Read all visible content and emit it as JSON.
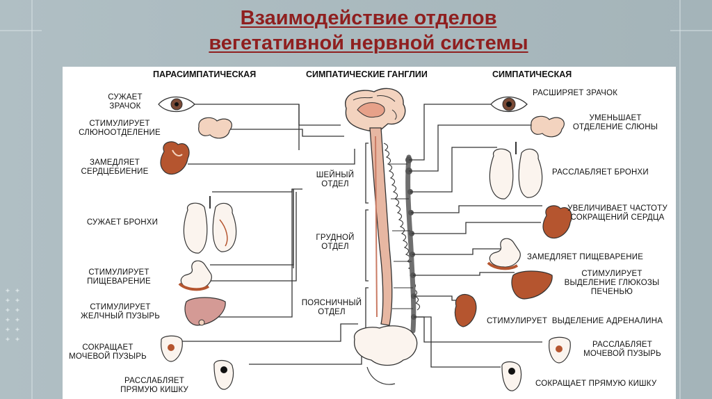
{
  "title": {
    "line1": "Взаимодействие отделов",
    "line2": "вегетативной нервной системы"
  },
  "colors": {
    "title": "#8f1f1f",
    "organ": "#b5552f",
    "organ_light": "#f3d3bf",
    "ganglia": "#7f7f7f",
    "cord": "#e7b7a2"
  },
  "headers": {
    "parasympathetic": "ПАРАСИМПАТИЧЕСКАЯ",
    "ganglia": "СИМПАТИЧЕСКИЕ ГАНГЛИИ",
    "sympathetic": "СИМПАТИЧЕСКАЯ"
  },
  "sections": {
    "cervical": [
      "ШЕЙНЫЙ",
      "ОТДЕЛ"
    ],
    "thoracic": [
      "ГРУДНОЙ",
      "ОТДЕЛ"
    ],
    "lumbar": [
      "ПОЯСНИЧНЫЙ",
      "ОТДЕЛ"
    ]
  },
  "left_labels": {
    "pupil": [
      "СУЖАЕТ",
      "ЗРАЧОК"
    ],
    "saliva": [
      "СТИМУЛИРУЕТ",
      "СЛЮНООТДЕЛЕНИЕ"
    ],
    "heart": [
      "ЗАМЕДЛЯЕТ",
      "СЕРДЦЕБИЕНИЕ"
    ],
    "bronchi": [
      "СУЖАЕТ БРОНХИ"
    ],
    "digestion": [
      "СТИМУЛИРУЕТ",
      "ПИЩЕВАРЕНИЕ"
    ],
    "gallbladder": [
      "СТИМУЛИРУЕТ",
      "ЖЕЛЧНЫЙ ПУЗЫРЬ"
    ],
    "bladder": [
      "СОКРАЩАЕТ",
      "МОЧЕВОЙ ПУЗЫРЬ"
    ],
    "rectum": [
      "РАССЛАБЛЯЕТ",
      "ПРЯМУЮ КИШКУ"
    ]
  },
  "right_labels": {
    "pupil": [
      "РАСШИРЯЕТ ЗРАЧОК"
    ],
    "saliva": [
      "УМЕНЬШАЕТ",
      "ОТДЕЛЕНИЕ СЛЮНЫ"
    ],
    "bronchi": [
      "РАССЛАБЛЯЕТ БРОНХИ"
    ],
    "heart": [
      "УВЕЛИЧИВАЕТ ЧАСТОТУ",
      "СОКРАЩЕНИЙ СЕРДЦА"
    ],
    "digestion": [
      "ЗАМЕДЛЯЕТ ПИЩЕВАРЕНИЕ"
    ],
    "glucose": [
      "СТИМУЛИРУЕТ",
      "ВЫДЕЛЕНИЕ ГЛЮКОЗЫ",
      "ПЕЧЕНЬЮ"
    ],
    "adrenaline": [
      "СТИМУЛИРУЕТ  ВЫДЕЛЕНИЕ АДРЕНАЛИНА"
    ],
    "bladder": [
      "РАССЛАБЛЯЕТ",
      "МОЧЕВОЙ ПУЗЫРЬ"
    ],
    "rectum": [
      "СОКРАЩАЕТ ПРЯМУЮ КИШКУ"
    ]
  },
  "plus_marks": [
    "+ +",
    "+ +",
    "+ +",
    "+ +",
    "+ +",
    "+ +"
  ]
}
